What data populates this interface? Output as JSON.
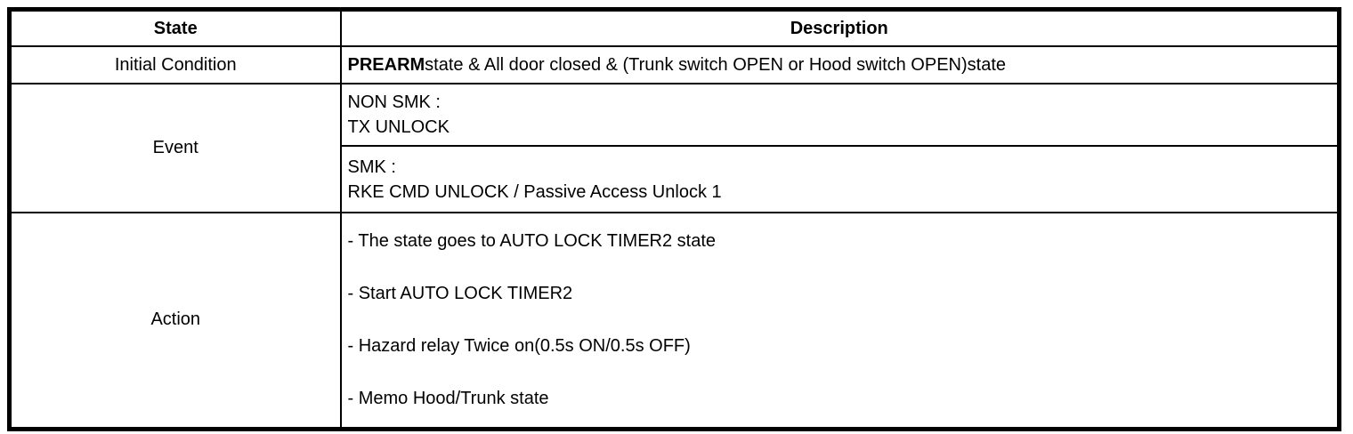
{
  "table": {
    "headers": {
      "state": "State",
      "description": "Description"
    },
    "rows": {
      "initial_condition": {
        "label": "Initial Condition",
        "description_bold": "PREARM",
        "description_rest": "state & All door closed & (Trunk switch OPEN or Hood switch OPEN)state"
      },
      "event": {
        "label": "Event",
        "non_smk": {
          "line1": "NON SMK :",
          "line2": "TX UNLOCK"
        },
        "smk": {
          "line1": "SMK :",
          "line2": "RKE CMD UNLOCK / Passive Access Unlock 1"
        }
      },
      "action": {
        "label": "Action",
        "items": [
          "- The state goes to AUTO LOCK TIMER2 state",
          "- Start AUTO LOCK TIMER2",
          "- Hazard relay Twice on(0.5s ON/0.5s OFF)",
          "- Memo Hood/Trunk state"
        ]
      }
    }
  },
  "colors": {
    "border": "#000000",
    "background": "#ffffff",
    "text": "#000000"
  }
}
